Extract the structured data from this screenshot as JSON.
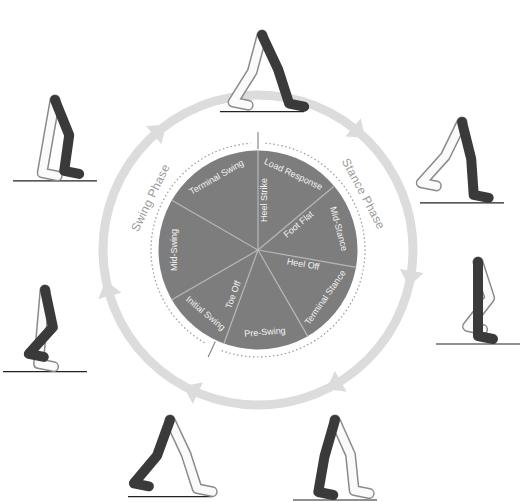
{
  "diagram": {
    "nodes": [
      {
        "text": [
          "Terminal Swing",
          "Load Response",
          "Mid-Stance",
          "Terminal Stance",
          "Pre-Swing",
          "Initial Swing",
          "Mid-Swing",
          "Heel Strike",
          "Foot Flat",
          "Heel Off",
          "Toe Off"
        ]
      }
    ],
    "labels": [
      "Swing Phase",
      "Stance Phase"
    ]
  }
}
